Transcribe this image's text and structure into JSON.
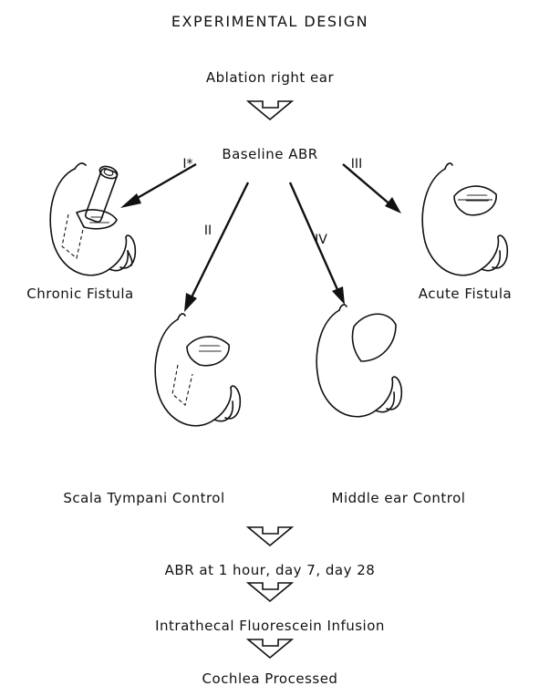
{
  "title": "EXPERIMENTAL DESIGN",
  "steps": {
    "ablation": "Ablation right ear",
    "baseline": "Baseline ABR",
    "abr_times": "ABR at 1 hour, day 7, day 28",
    "infusion": "Intrathecal Fluorescein Infusion",
    "processed": "Cochlea Processed"
  },
  "branches": {
    "I": {
      "numeral": "I*",
      "label": "Chronic Fistula"
    },
    "II": {
      "numeral": "II",
      "label": "Scala Tympani Control"
    },
    "III": {
      "numeral": "III",
      "label": "Acute Fistula"
    },
    "IV": {
      "numeral": "IV",
      "label": "Middle ear Control"
    }
  },
  "icons": [
    "down-hollow-arrow-icon",
    "diagonal-arrow-icon",
    "cochlea-drawing-icon"
  ],
  "colors": {
    "ink": "#111111",
    "background": "#ffffff"
  }
}
